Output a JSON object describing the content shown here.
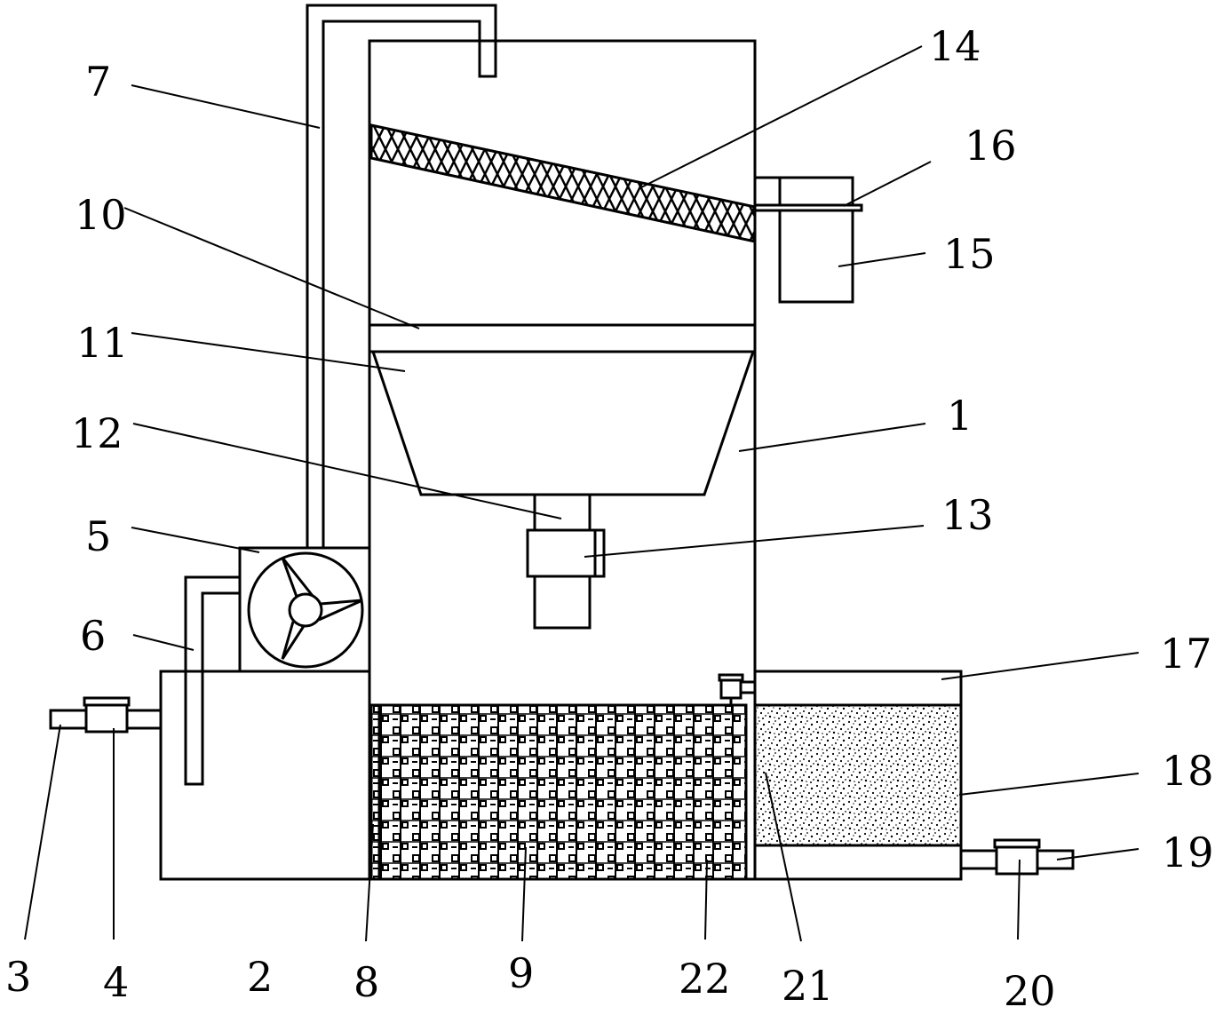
{
  "colors": {
    "stroke": "#000000",
    "background": "#ffffff"
  },
  "labels": {
    "l1": "1",
    "l2": "2",
    "l3": "3",
    "l4": "4",
    "l5": "5",
    "l6": "6",
    "l7": "7",
    "l8": "8",
    "l9": "9",
    "l10": "10",
    "l11": "11",
    "l12": "12",
    "l13": "13",
    "l14": "14",
    "l15": "15",
    "l16": "16",
    "l17": "17",
    "l18": "18",
    "l19": "19",
    "l20": "20",
    "l21": "21",
    "l22": "22"
  }
}
